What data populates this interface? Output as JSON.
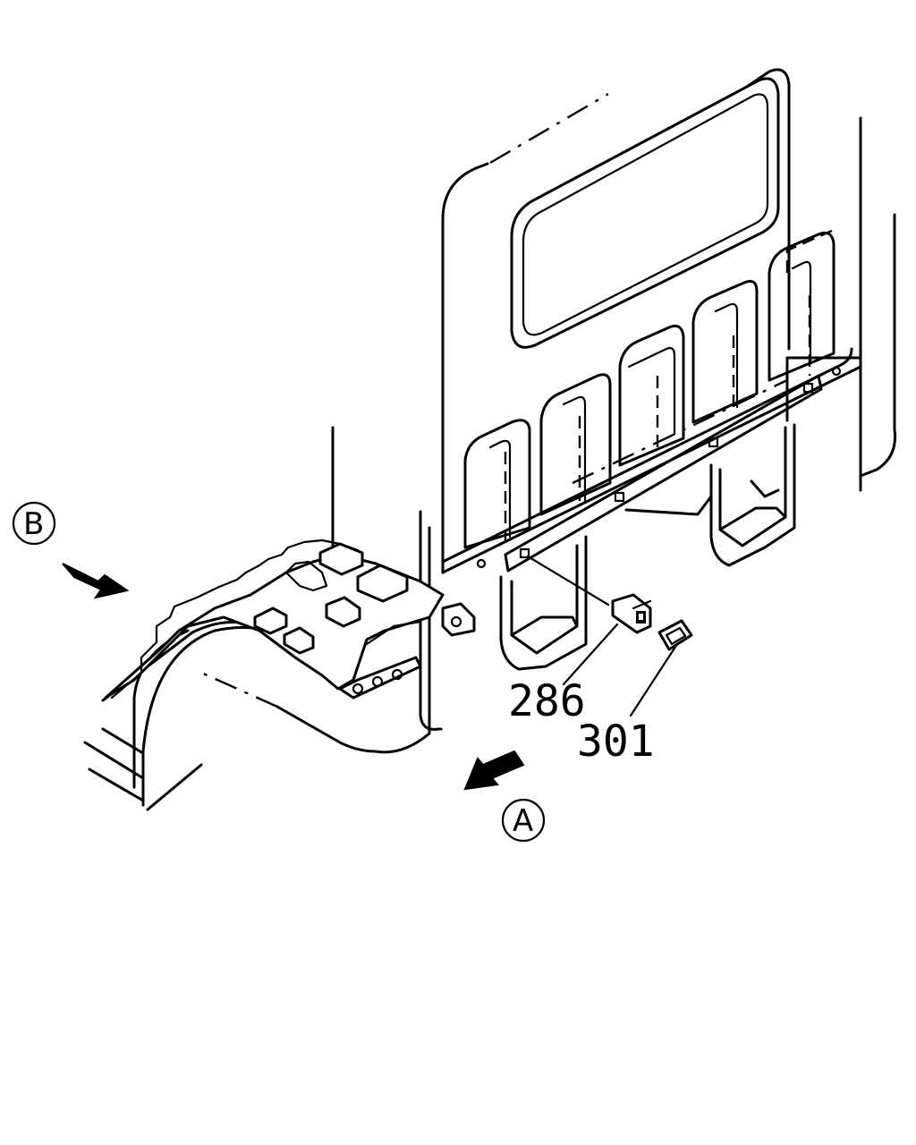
{
  "callouts": {
    "part_286": "286",
    "part_301": "301"
  },
  "views": {
    "view_a": "A",
    "view_b": "B"
  },
  "colors": {
    "line": "#000000",
    "background": "#ffffff"
  }
}
